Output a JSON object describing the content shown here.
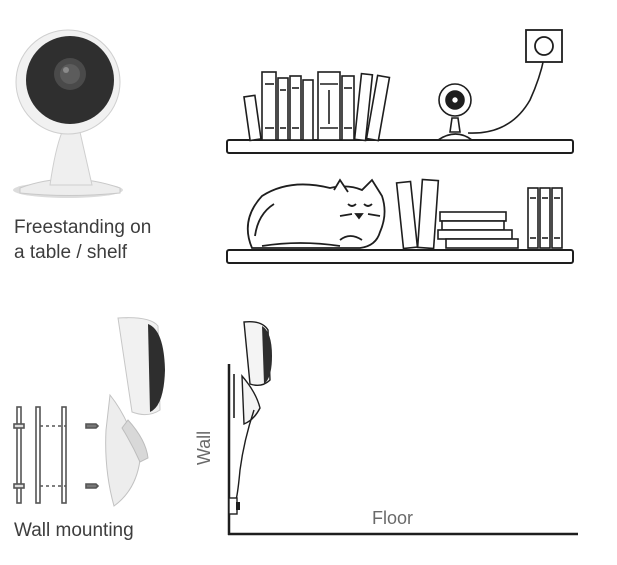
{
  "labels": {
    "freestanding_line1": "Freestanding on",
    "freestanding_line2": "a table / shelf",
    "wall_mounting": "Wall mounting",
    "wall": "Wall",
    "floor": "Floor"
  },
  "colors": {
    "line": "#1e1e1e",
    "camera_body": "#f2f2f2",
    "camera_dark": "#2b2b2b",
    "label_text": "#3d3d3d",
    "axis_text": "#6a6a6a"
  }
}
